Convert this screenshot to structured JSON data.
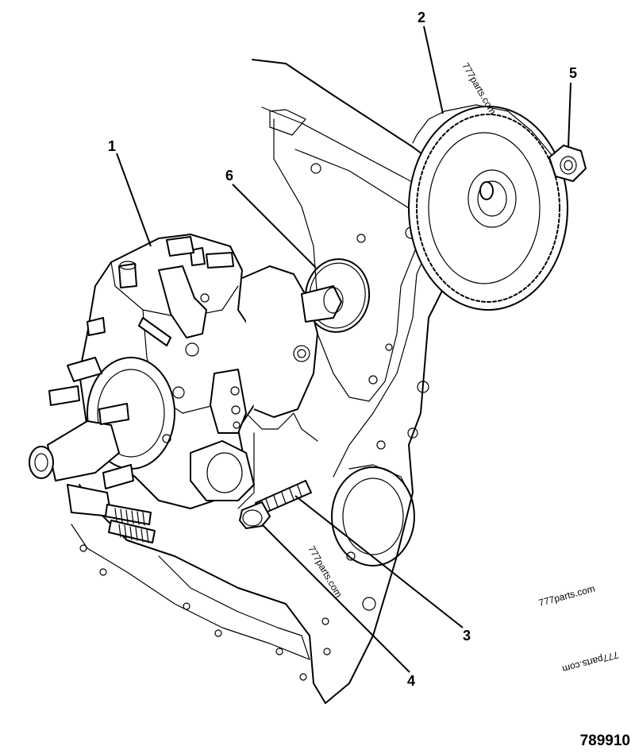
{
  "callouts": {
    "c1": "1",
    "c2": "2",
    "c3": "3",
    "c4": "4",
    "c5": "5",
    "c6": "6"
  },
  "watermarks": {
    "w1": "777parts.com",
    "w2": "777parts.com",
    "w3": "777parts.com",
    "w4": "777parts.com"
  },
  "figure_ref": "789910"
}
